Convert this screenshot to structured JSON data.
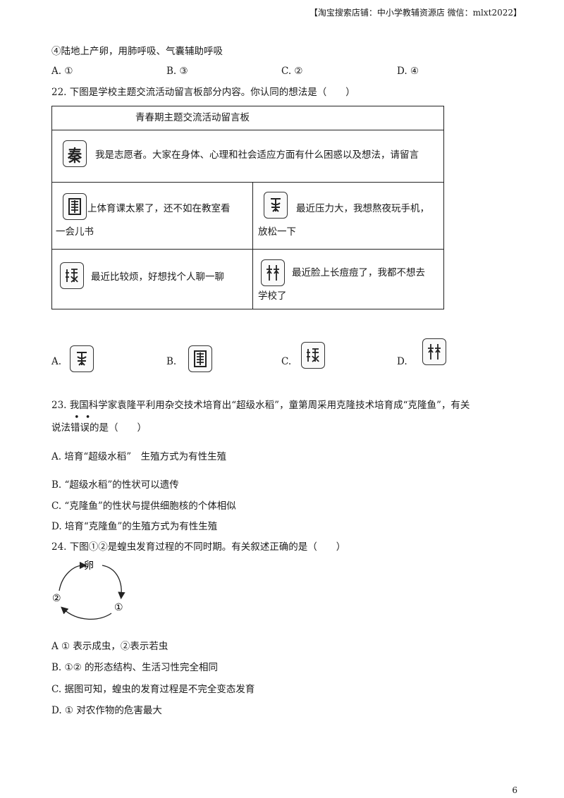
{
  "header": "【淘宝搜索店铺：中小学教辅资源店  微信：mlxt2022】",
  "q21": {
    "line4": "④陆地上产卵，用肺呼吸、气囊辅助呼吸",
    "options": [
      "A. ①",
      "B. ③",
      "C. ②",
      "D. ④"
    ]
  },
  "q22": {
    "stem": "22. 下图是学校主题交流活动留言板部分内容。你认同的想法是（　　）",
    "board_title": "青春期主题交流活动留言板",
    "volunteer": "我是志愿者。大家在身体、心理和社会适应方面有什么困惑以及想法，请留言",
    "seal_qin": "秦",
    "msg_a_line1": "上体育课太累了，还不如在教室看",
    "msg_a_line2": "一会儿书",
    "msg_b_line1": "最近压力大，我想熬夜玩手机，",
    "msg_b_line2": "放松一下",
    "msg_c": "最近比较烦，好想找个人聊一聊",
    "msg_d_line1": "最近脸上长痘痘了，我都不想去",
    "msg_d_line2": "学校了",
    "options": [
      "A.",
      "B.",
      "C.",
      "D."
    ]
  },
  "q23": {
    "stem1": "23. 我国科学家袁隆平利用杂交技术培育出“超级水稻”，童第周采用克隆技术培育成“克隆鱼”，有关",
    "stem2": "说法错误的是（　　）",
    "optA": "A. 培育“超级水稻”　生殖方式为有性生殖",
    "optB": "B. “超级水稻”的性状可以遗传",
    "optC": "C. “克隆鱼”的性状与提供细胞核的个体相似",
    "optD": "D. 培育“克隆鱼”的生殖方式为有性生殖"
  },
  "q24": {
    "stem": "24. 下图①②是蝗虫发育过程的不同时期。有关叙述正确的是（　　）",
    "diagram": {
      "top": "卵",
      "right": "①",
      "left": "②"
    },
    "optA": "A  ① 表示成虫，②表示若虫",
    "optB": "B. ①② 的形态结构、生活习性完全相同",
    "optC": "C. 据图可知，蝗虫的发育过程是不完全变态发育",
    "optD": "D. ① 对农作物的危害最大"
  },
  "page_number": "6"
}
